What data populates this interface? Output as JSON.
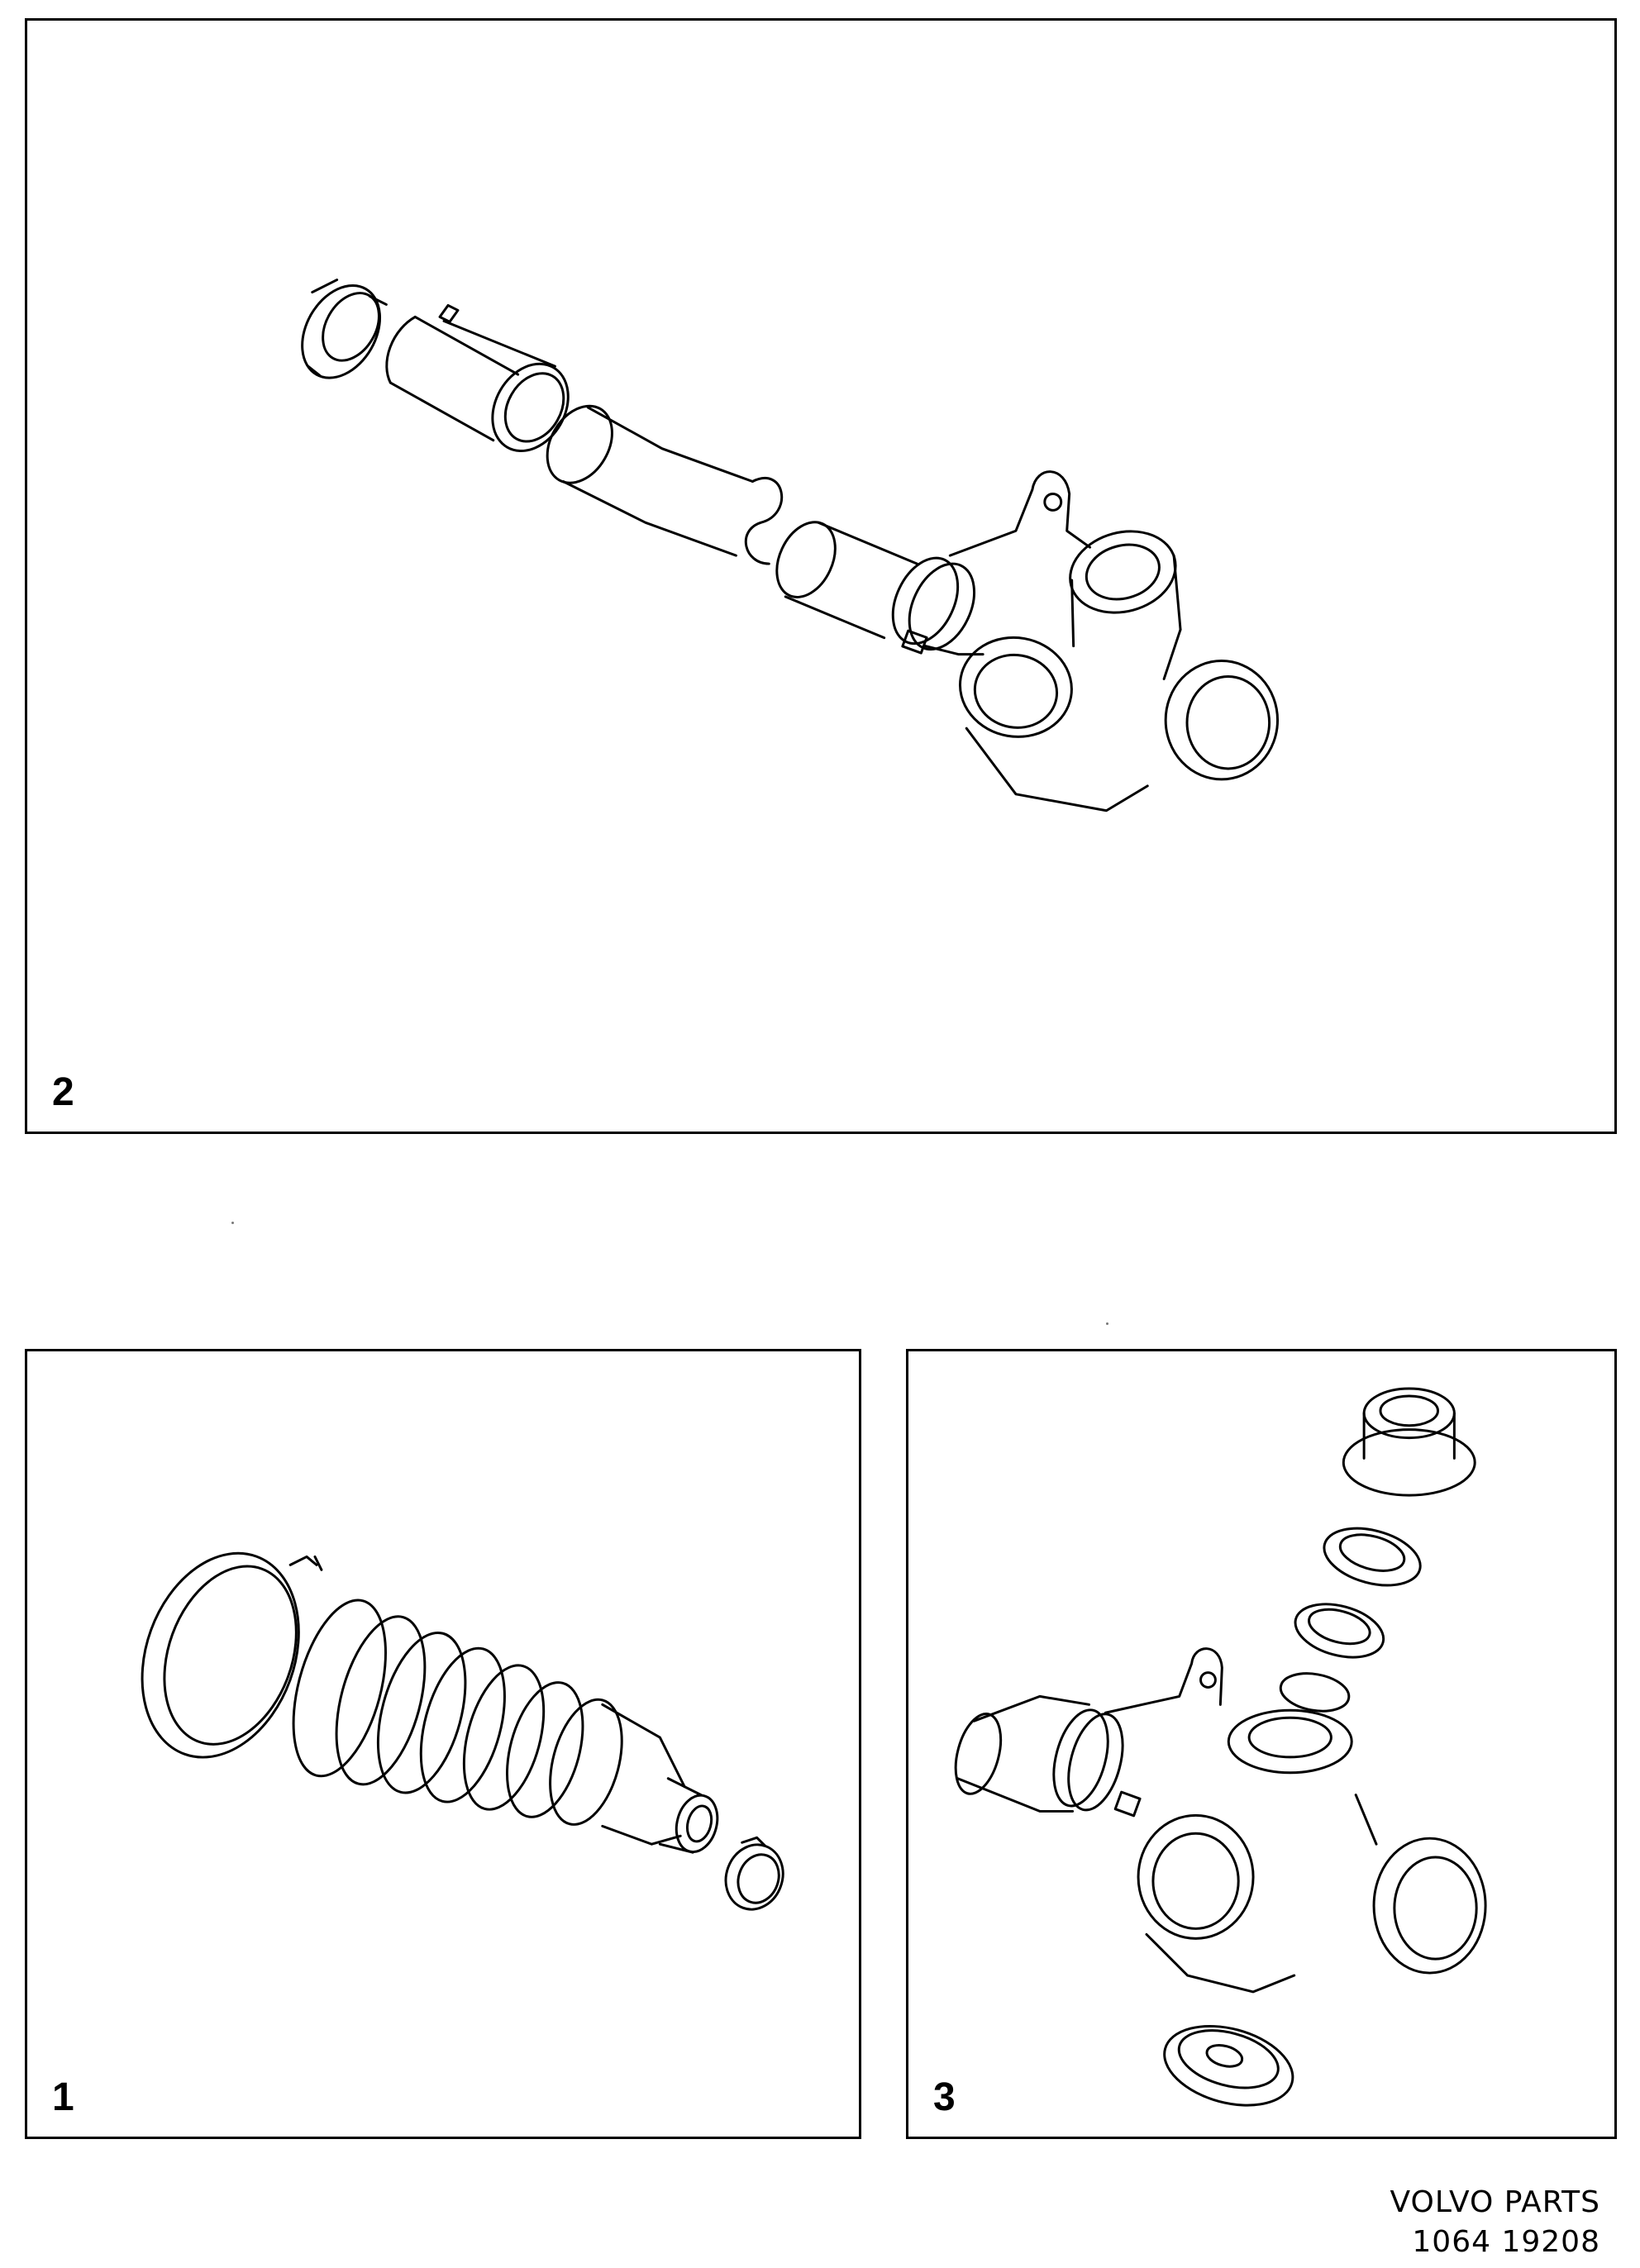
{
  "panels": [
    {
      "id": "panel-2",
      "number": "2",
      "content": "steering rack housing with sleeve, bushing and nut"
    },
    {
      "id": "panel-1",
      "number": "1",
      "content": "bellows boot with clamps"
    },
    {
      "id": "panel-3",
      "number": "3",
      "content": "pinion housing with bearings and seals"
    }
  ],
  "footer": {
    "brand": "VOLVO PARTS",
    "code": "1064 19208"
  }
}
